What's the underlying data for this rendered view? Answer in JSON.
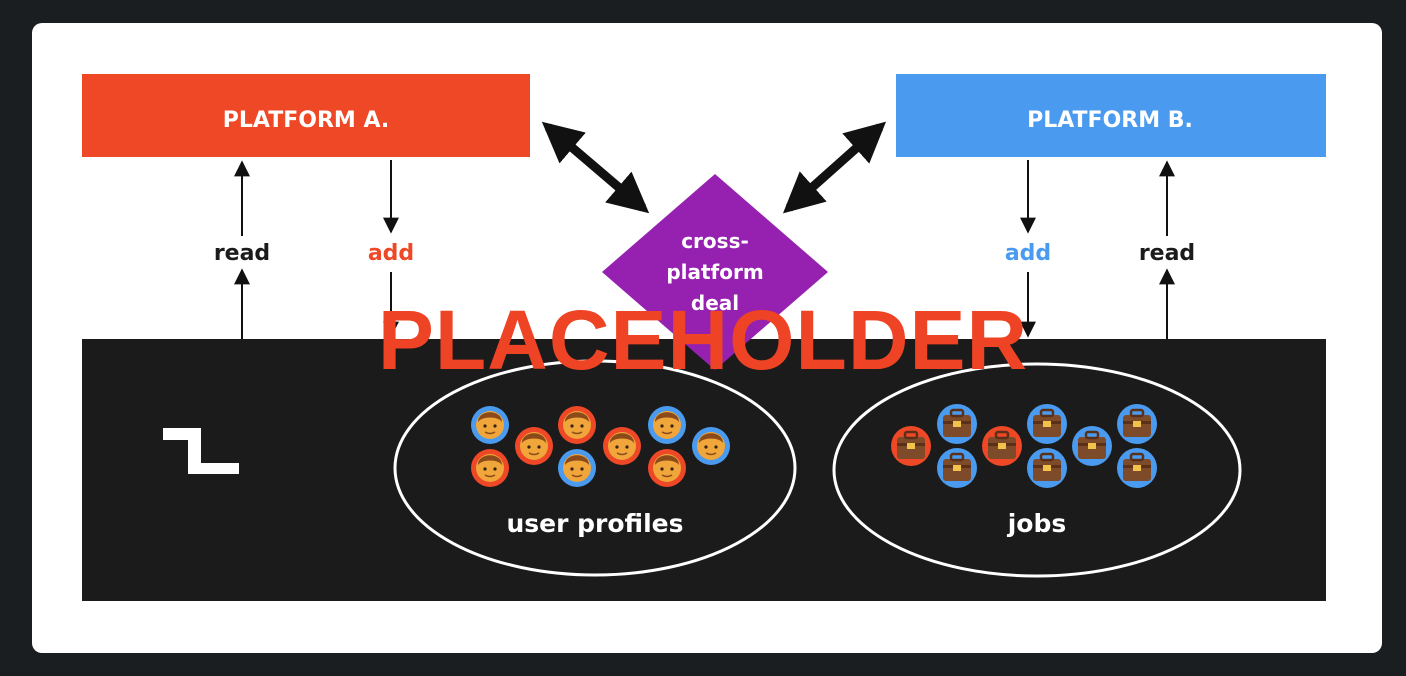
{
  "platform_a": {
    "title": "PLATFORM A.",
    "read_label": "read",
    "add_label": "add"
  },
  "platform_b": {
    "title": "PLATFORM B.",
    "read_label": "read",
    "add_label": "add"
  },
  "deal": {
    "lines": [
      "cross-",
      "platform",
      "deal"
    ]
  },
  "base": {
    "logo": "logo-icon",
    "profiles_label": "user profiles",
    "jobs_label": "jobs"
  },
  "watermark": "PLACEHOLDER",
  "colors": {
    "platform_a": "#ee4827",
    "platform_b": "#4a9bef",
    "deal": "#9621b0",
    "base": "#1b1b1b",
    "background": "#1b1e21"
  },
  "icons": {
    "profiles": [
      "person-icon-blue",
      "person-icon-red"
    ],
    "jobs": [
      "briefcase-icon-blue",
      "briefcase-icon-red"
    ]
  }
}
